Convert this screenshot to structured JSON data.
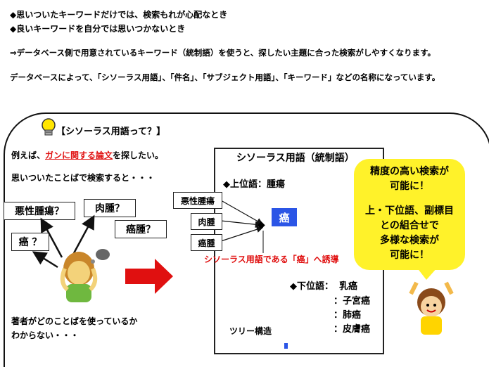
{
  "intro": {
    "line1": "◆思いついたキーワードだけでは、検索もれが心配なとき",
    "line2": "◆良いキーワードを自分では思いつかないとき",
    "line3": "⇒データベース側で用意されているキーワード（統制語）を使うと、探したい主題に合った検索がしやすくなります。",
    "line4": "データベースによって、「シソーラス用語」、「件名」、「サブジェクト用語」、「キーワード」などの名称になっています。"
  },
  "panel": {
    "heading": "【シソーラス用語って？】",
    "example_prefix": "例えば、",
    "example_underlined": "ガンに関する論文",
    "example_suffix": "を探したい。",
    "search_text": "思いついたことばで検索すると・・・",
    "author_line1": "著者がどのことばを使っているか",
    "author_line2": "わからない・・・",
    "bubbles": [
      "悪性腫瘍？",
      "肉腫？",
      "癌腫？",
      "癌 ？"
    ]
  },
  "thesaurus": {
    "title": "シソーラス用語（統制語）",
    "broader": "◆上位語：腫瘍",
    "sources": [
      "悪性腫瘍",
      "肉腫",
      "癌腫"
    ],
    "term": "癌",
    "diamond": "◆",
    "guide": "シソーラス用語である「癌」へ誘導",
    "narrower_label": "◆下位語：",
    "narrower": [
      "乳癌",
      "：子宮癌",
      "：肺癌",
      "：皮膚癌"
    ],
    "tree": "ツリー構造"
  },
  "callout": {
    "lines": [
      "精度の高い検索が",
      "可能に！",
      "",
      "上・下位語、副標目",
      "との組合せで",
      "多様な検索が",
      "可能に！"
    ]
  },
  "colors": {
    "accent_blue": "#2b55e6",
    "red": "#e01010",
    "yellow": "#fff22a"
  }
}
